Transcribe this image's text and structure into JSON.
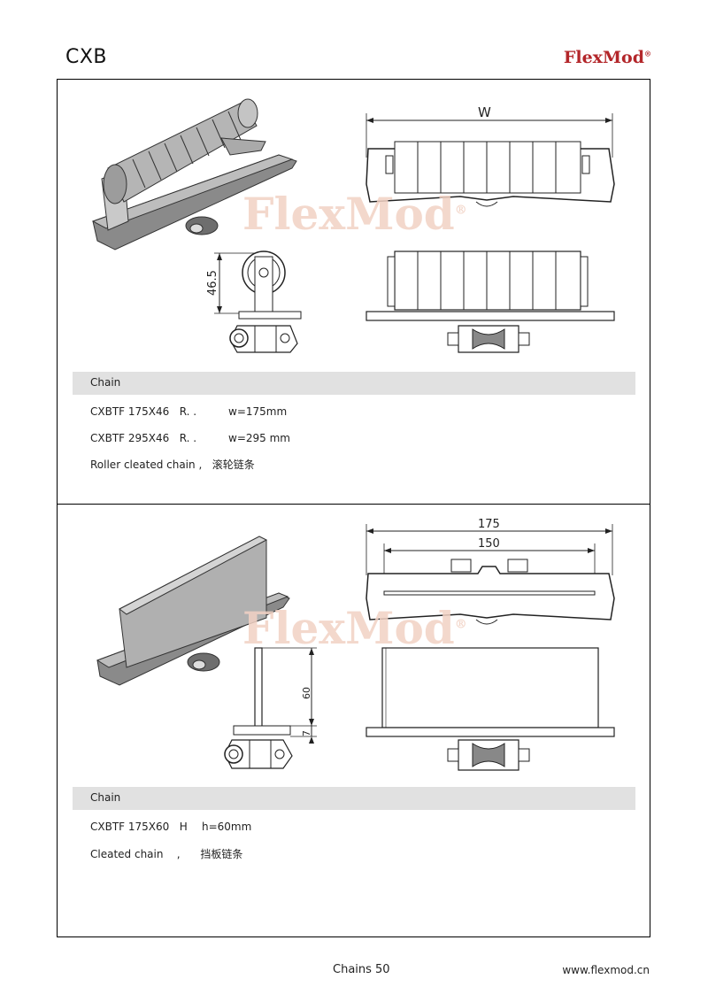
{
  "header": {
    "title": "CXB",
    "brand": "FlexMod",
    "brand_mark": "®"
  },
  "watermark": "FlexMod",
  "section1": {
    "heading": "Chain",
    "rows": [
      {
        "code": "CXBTF 175X46   R. .",
        "spec": "w=175mm"
      },
      {
        "code": "CXBTF 295X46   R. .",
        "spec": "w=295 mm"
      }
    ],
    "description": "Roller cleated chain ,   滚轮链条",
    "dims": {
      "width_label": "W",
      "height_label": "46.5"
    }
  },
  "section2": {
    "heading": "Chain",
    "rows": [
      {
        "code": "CXBTF 175X60   H",
        "spec": "h=60mm"
      }
    ],
    "description": "Cleated chain    ,      挡板链条",
    "dims": {
      "outer_width": "175",
      "inner_width": "150",
      "cleat_height": "60",
      "base_height": "7"
    }
  },
  "footer": {
    "page": "Chains 50",
    "website": "www.flexmod.cn"
  }
}
